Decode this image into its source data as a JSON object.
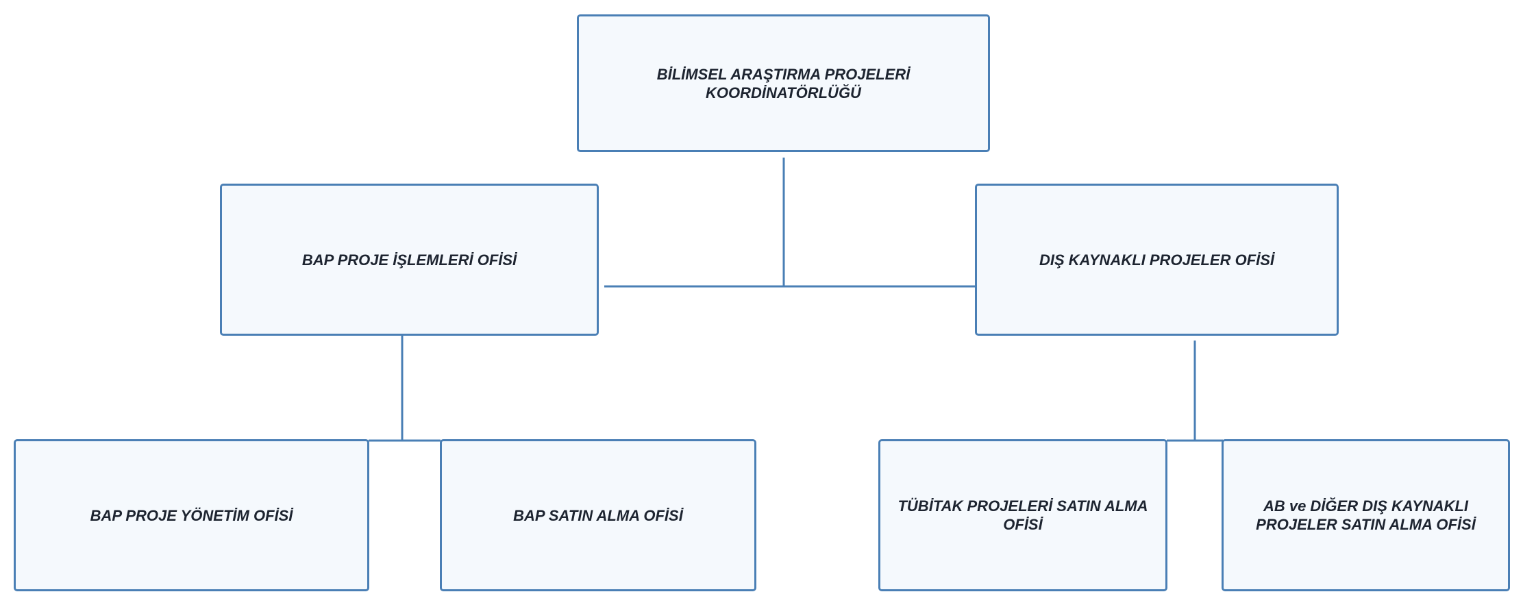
{
  "colors": {
    "border": "#4a7fb5",
    "box_fill": "#f5f9fd",
    "text": "#1d2430",
    "connector": "#4a7fb5"
  },
  "nodes": {
    "coordinator": {
      "label": "BİLİMSEL ARAŞTIRMA PROJELERİ\nKOORDİNATÖRLÜĞÜ"
    },
    "bap_office": {
      "label": "BAP PROJE İŞLEMLERİ OFİSİ"
    },
    "external_office": {
      "label": "DIŞ KAYNAKLI PROJELER OFİSİ"
    },
    "bap_management": {
      "label": "BAP PROJE YÖNETİM OFİSİ"
    },
    "bap_purchasing": {
      "label": "BAP SATIN ALMA OFİSİ"
    },
    "tubitak_purchasing": {
      "label": "TÜBİTAK PROJELERİ SATIN ALMA\nOFİSİ"
    },
    "eu_purchasing": {
      "label": "AB ve DİĞER DIŞ KAYNAKLI\nPROJELER SATIN ALMA OFİSİ"
    }
  }
}
